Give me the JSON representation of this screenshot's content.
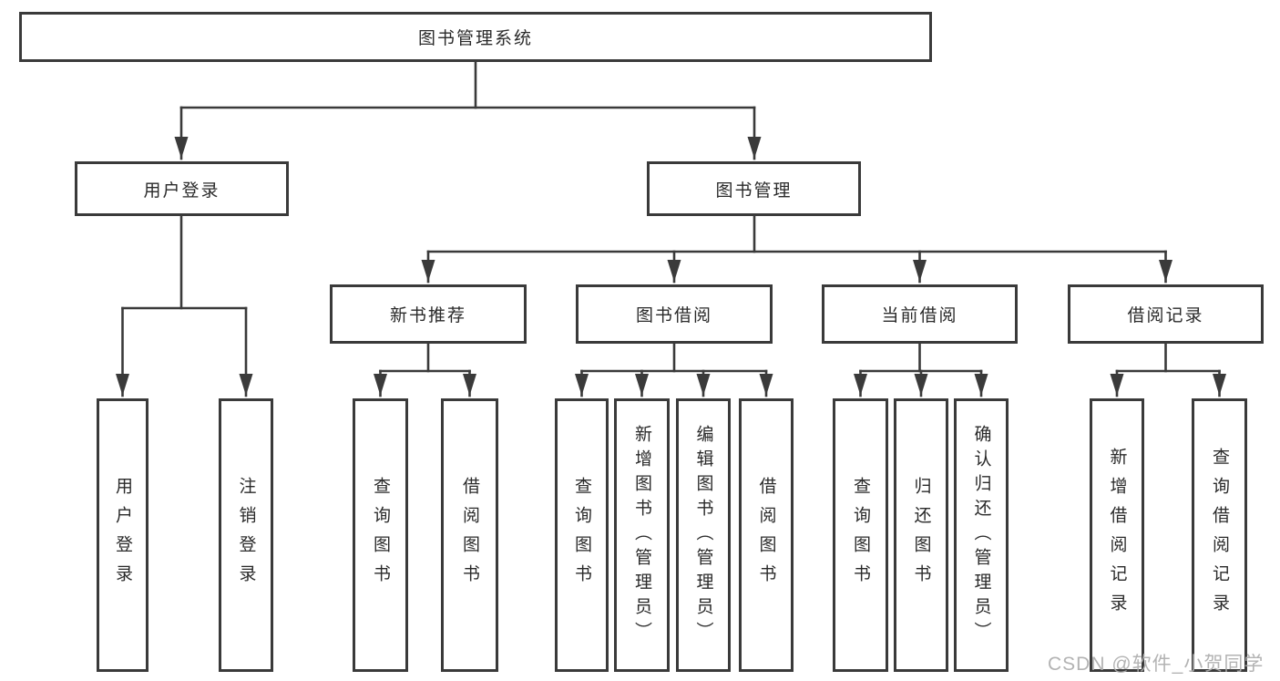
{
  "diagram": {
    "type": "hierarchy-diagram",
    "colors": {
      "line": "#3a3a3a",
      "box_border": "#3a3a3a",
      "text": "#2a2a2a",
      "background": "#ffffff",
      "watermark": "#adadad"
    },
    "tree": {
      "label": "图书管理系统",
      "children": [
        {
          "label": "用户登录",
          "children": [
            {
              "label": "用户登录"
            },
            {
              "label": "注销登录"
            }
          ]
        },
        {
          "label": "图书管理",
          "children": [
            {
              "label": "新书推荐",
              "children": [
                {
                  "label": "查询图书"
                },
                {
                  "label": "借阅图书"
                }
              ]
            },
            {
              "label": "图书借阅",
              "children": [
                {
                  "label": "查询图书"
                },
                {
                  "label": "新增图书（管理员）"
                },
                {
                  "label": "编辑图书（管理员）"
                },
                {
                  "label": "借阅图书"
                }
              ]
            },
            {
              "label": "当前借阅",
              "children": [
                {
                  "label": "查询图书"
                },
                {
                  "label": "归还图书"
                },
                {
                  "label": "确认归还（管理员）"
                }
              ]
            },
            {
              "label": "借阅记录",
              "children": [
                {
                  "label": "新增借阅记录"
                },
                {
                  "label": "查询借阅记录"
                }
              ]
            }
          ]
        }
      ]
    }
  },
  "watermark": {
    "text": "CSDN @软件_小贺同学"
  }
}
